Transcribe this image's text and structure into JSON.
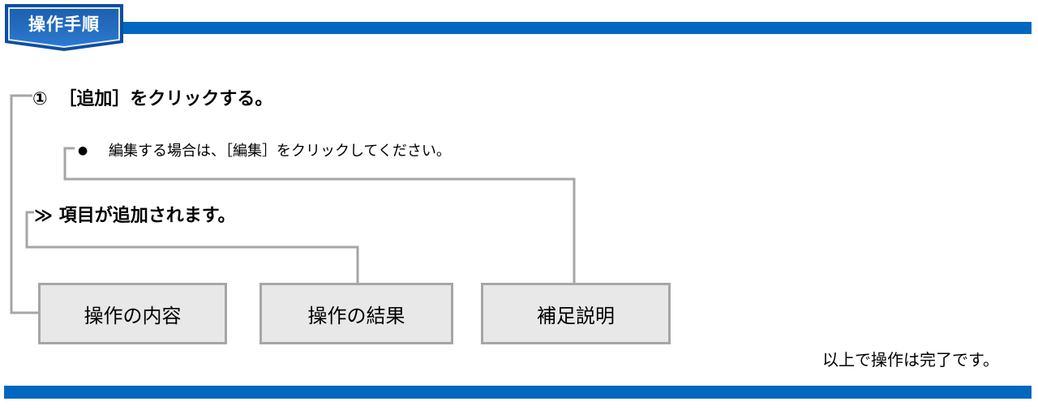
{
  "header": {
    "badge_label": "操作手順"
  },
  "step": {
    "number": "①",
    "text": "［追加］をクリックする。"
  },
  "note": {
    "bullet": "●",
    "text": "編集する場合は、［編集］をクリックしてください。"
  },
  "result": {
    "marker": "≫",
    "text": "項目が追加されます。"
  },
  "legend": [
    {
      "label": "操作の内容"
    },
    {
      "label": "操作の結果"
    },
    {
      "label": "補足説明"
    }
  ],
  "footer": {
    "completion_text": "以上で操作は完了です。"
  },
  "colors": {
    "accent": "#0067c0",
    "connector": "#a6a6a6",
    "box_fill": "#e8e8e8"
  }
}
